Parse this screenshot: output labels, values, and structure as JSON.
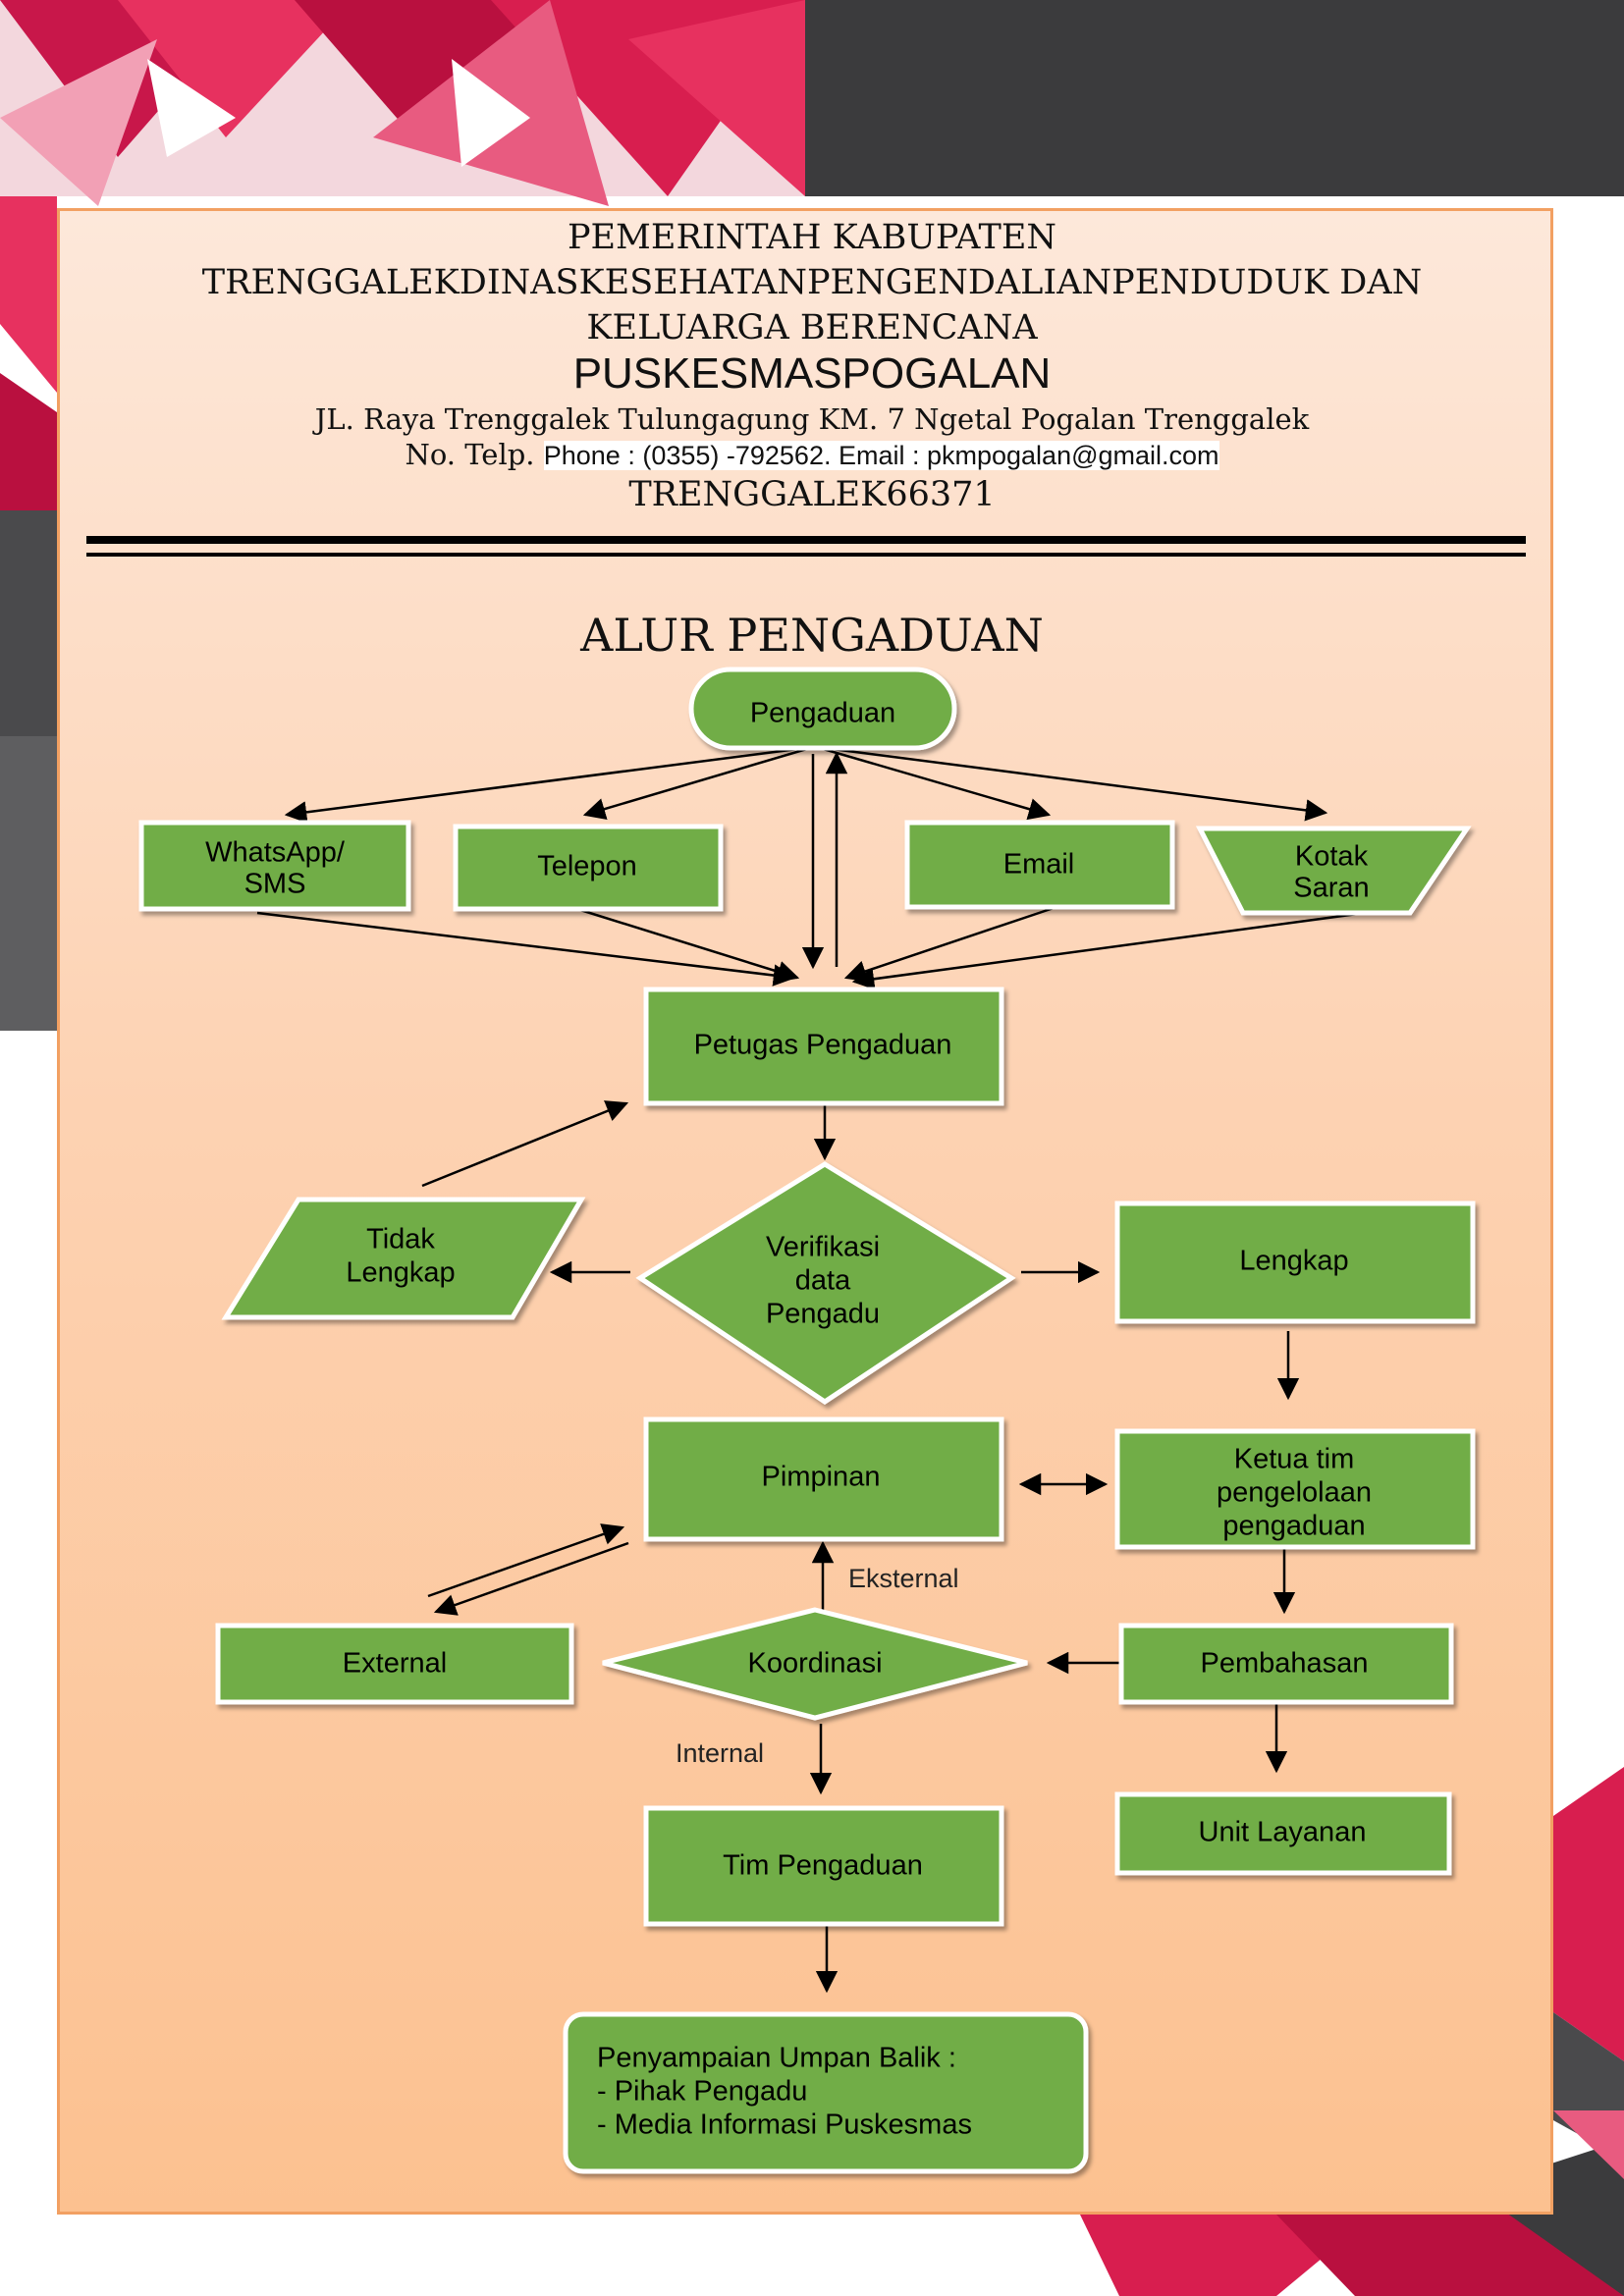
{
  "header": {
    "line1": "PEMERINTAH KABUPATEN",
    "line2": "TRENGGALEKDINASKESEHATANPENGENDALIANPENDUDUK DAN",
    "line3": "KELUARGA BERENCANA",
    "org": "PUSKESMASPOGALAN",
    "address": "JL. Raya Trenggalek Tulungagung KM. 7 Ngetal Pogalan Trenggalek",
    "contact_prefix": "No. Telp. ",
    "contact_rest": "Phone : (0355) -792562. Email : pkmpogalan@gmail.com",
    "city": "TRENGGALEK66371"
  },
  "title": "ALUR PENGADUAN",
  "colors": {
    "node_fill": "#71ad47",
    "panel": "#fdd2b2",
    "accent_red": "#d81e4f",
    "dark": "#3b3b3d"
  },
  "nodes": {
    "pengaduan": "Pengaduan",
    "whatsapp": [
      "WhatsApp/",
      "SMS"
    ],
    "telepon": "Telepon",
    "email": "Email",
    "kotak_saran": [
      "Kotak",
      "Saran"
    ],
    "petugas": "Petugas Pengaduan",
    "verifikasi": [
      "Verifikasi",
      "data",
      "Pengadu"
    ],
    "tidak_lengkap": [
      "Tidak",
      "Lengkap"
    ],
    "lengkap": "Lengkap",
    "pimpinan": "Pimpinan",
    "ketua_tim": [
      "Ketua tim",
      "pengelolaan",
      "pengaduan"
    ],
    "external": "External",
    "koordinasi": "Koordinasi",
    "pembahasan": "Pembahasan",
    "tim_pengaduan": "Tim Pengaduan",
    "unit_layanan": "Unit Layanan",
    "umpan_balik": [
      "Penyampaian Umpan Balik :",
      "- Pihak Pengadu",
      "- Media Informasi Puskesmas"
    ]
  },
  "edge_labels": {
    "eksternal": "Eksternal",
    "internal": "Internal"
  }
}
